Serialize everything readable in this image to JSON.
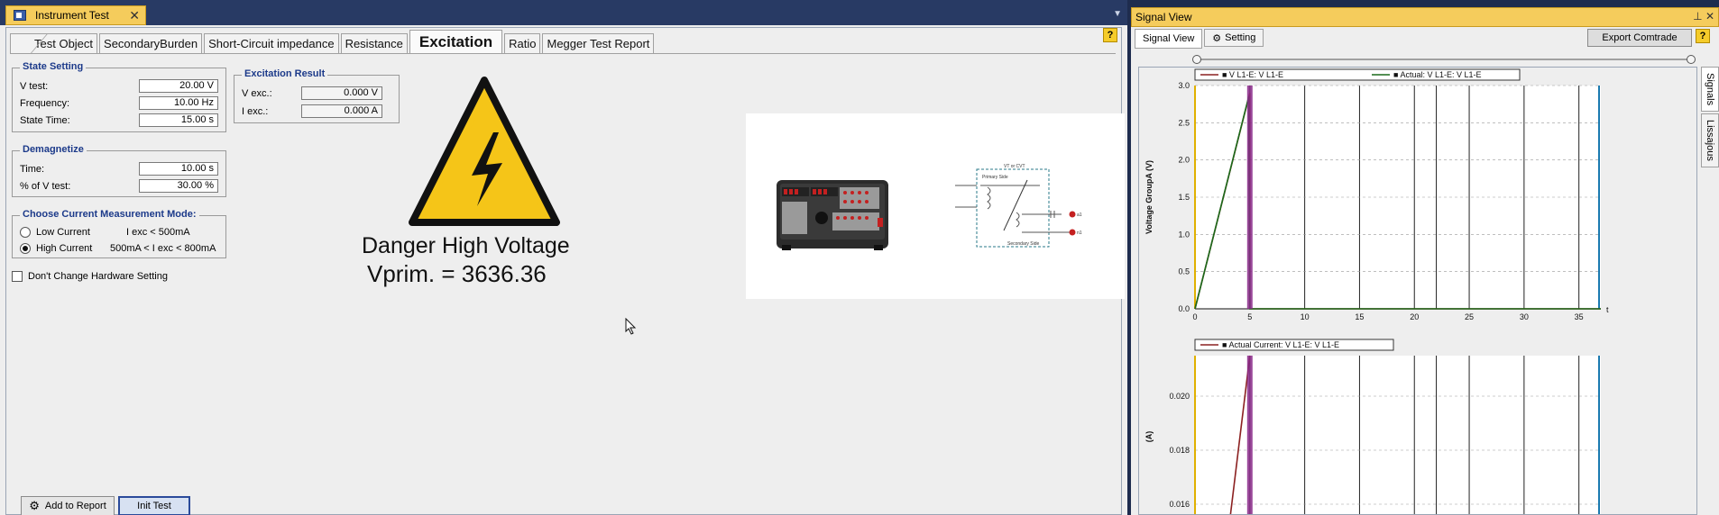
{
  "doc_tab": {
    "title": "Instrument Test"
  },
  "test_tabs": [
    "Test Object",
    "SecondaryBurden",
    "Short-Circuit impedance",
    "Resistance",
    "Excitation",
    "Ratio",
    "Megger Test Report"
  ],
  "help": "?",
  "state_setting": {
    "title": "State Setting",
    "vtest_label": "V test:",
    "vtest_value": "20.00 V",
    "freq_label": "Frequency:",
    "freq_value": "10.00 Hz",
    "time_label": "State Time:",
    "time_value": "15.00 s"
  },
  "demagnetize": {
    "title": "Demagnetize",
    "time_label": "Time:",
    "time_value": "10.00 s",
    "pct_label": "% of V test:",
    "pct_value": "30.00 %"
  },
  "current_mode": {
    "title": "Choose Current Measurement Mode:",
    "low_label": "Low Current",
    "low_desc": "I exc < 500mA",
    "high_label": "High Current",
    "high_desc": "500mA < I exc < 800mA",
    "selected": "high"
  },
  "dont_change": "Don't Change Hardware Setting",
  "excitation_result": {
    "title": "Excitation Result",
    "vexc_label": "V exc.:",
    "vexc_value": "0.000 V",
    "iexc_label": "I exc.:",
    "iexc_value": "0.000 A"
  },
  "danger": {
    "title": "Danger High Voltage",
    "vprim": "Vprim. = 3636.36"
  },
  "diagram": {
    "label_top": "VT or CVT",
    "label_primary": "Primary Side",
    "label_secondary": "Secondary Side",
    "terminal_a": "a1",
    "terminal_n": "n1"
  },
  "buttons": {
    "add_report": "Add to Report",
    "init_test": "Init Test"
  },
  "signal_view": {
    "title": "Signal View",
    "tabs": [
      "Signal View",
      "Setting"
    ],
    "export": "Export Comtrade",
    "side_tabs": [
      "Signals",
      "Lissajous"
    ]
  },
  "chart_data": [
    {
      "type": "line",
      "ylabel": "Voltage GroupA (V)",
      "xlabel": "t",
      "xlim": [
        0,
        37
      ],
      "ylim": [
        0,
        3.0
      ],
      "xticks": [
        0,
        5,
        10,
        15,
        20,
        25,
        30,
        35
      ],
      "yticks": [
        0.0,
        0.5,
        1.0,
        1.5,
        2.0,
        2.5,
        3.0
      ],
      "legend": [
        "V L1-E: V L1-E",
        "Actual: V L1-E: V L1-E"
      ],
      "series": [
        {
          "name": "V L1-E: V L1-E",
          "color": "#8b2020",
          "x": [
            0,
            5,
            5,
            37
          ],
          "y": [
            0,
            2.9,
            0,
            0
          ]
        },
        {
          "name": "Actual: V L1-E: V L1-E",
          "color": "#1a6a1a",
          "x": [
            0,
            4.9,
            5,
            37
          ],
          "y": [
            0,
            2.85,
            0,
            0
          ]
        }
      ],
      "cursor_x": 5
    },
    {
      "type": "line",
      "ylabel": "(A)",
      "xlim": [
        0,
        37
      ],
      "ylim": [
        0.0155,
        0.0215
      ],
      "yticks": [
        0.016,
        0.018,
        0.02
      ],
      "ytick_labels": [
        "0.016",
        "0.018",
        "0.020"
      ],
      "legend": [
        "Actual Current: V L1-E: V L1-E"
      ],
      "series": [
        {
          "name": "Actual Current: V L1-E: V L1-E",
          "color": "#8b2020",
          "x": [
            3.2,
            5
          ],
          "y": [
            0.0155,
            0.0215
          ]
        }
      ],
      "cursor_x": 5
    }
  ],
  "colors": {
    "accent_tab": "#f5cc5c",
    "chrome": "#283a64",
    "cursor": "#8a2a8a",
    "label_blue": "#1c3a8a"
  }
}
